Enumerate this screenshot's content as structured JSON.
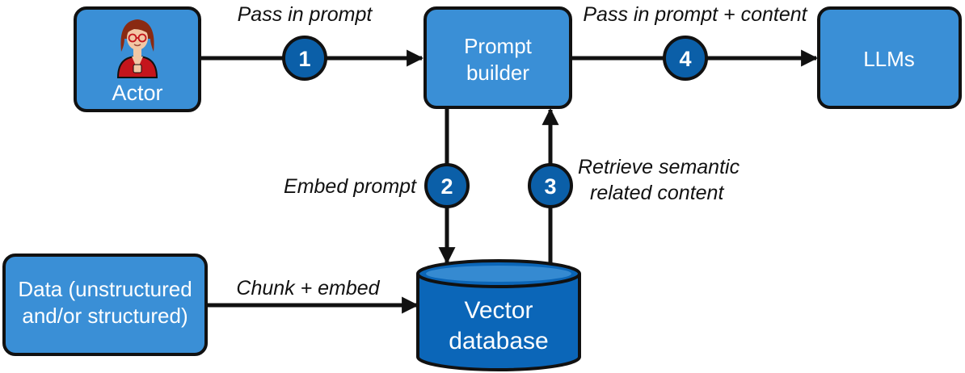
{
  "nodes": {
    "actor": {
      "label": "Actor"
    },
    "prompt_builder": {
      "label_lines": [
        "Prompt",
        "builder"
      ]
    },
    "llms": {
      "label": "LLMs"
    },
    "data": {
      "label_lines": [
        "Data (unstructured",
        "and/or structured)"
      ]
    },
    "vector_db": {
      "label_lines": [
        "Vector",
        "database"
      ]
    }
  },
  "edges": {
    "pass_in_prompt": {
      "label": "Pass in prompt",
      "step": "1"
    },
    "embed_prompt": {
      "label": "Embed prompt",
      "step": "2"
    },
    "retrieve": {
      "label_lines": [
        "Retrieve semantic",
        "related content"
      ],
      "step": "3"
    },
    "pass_prompt_content": {
      "label": "Pass in prompt + content",
      "step": "4"
    },
    "chunk_embed": {
      "label": "Chunk + embed"
    }
  },
  "colors": {
    "box_fill": "#3a8fd6",
    "box_stroke": "#111111",
    "step_fill": "#0b5fa8",
    "db_fill": "#0b66b8",
    "db_top": "#5aa7e6",
    "arrow": "#111111"
  }
}
